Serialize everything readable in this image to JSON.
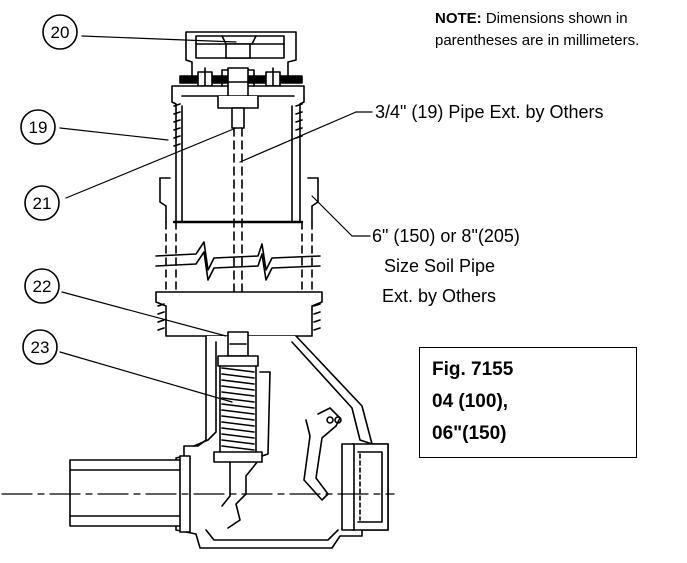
{
  "note": {
    "label": "NOTE:",
    "line1": "Dimensions shown in",
    "line2": "parentheses are in millimeters."
  },
  "callouts": {
    "pipe_ext": "3/4\" (19) Pipe Ext. by Others",
    "soil_pipe_line1": "6\" (150) or 8\"(205)",
    "soil_pipe_line2": "Size Soil Pipe",
    "soil_pipe_line3": "Ext. by Others"
  },
  "balloons": [
    "20",
    "19",
    "21",
    "22",
    "23"
  ],
  "figure": {
    "line1": "Fig. 7155",
    "line2": "04 (100),",
    "line3": "06\"(150)"
  }
}
